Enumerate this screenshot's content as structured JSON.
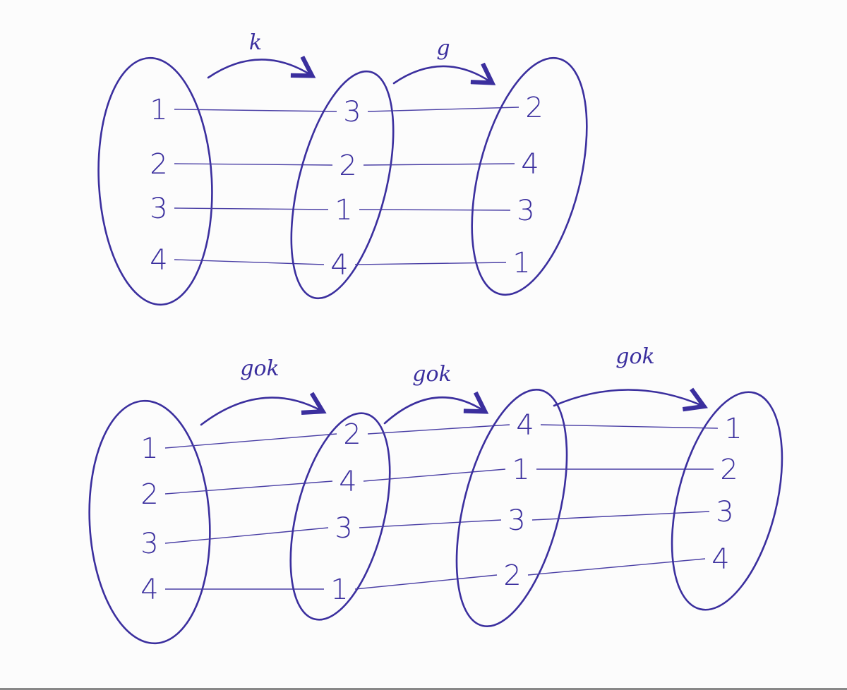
{
  "ink_color": "#3b2f9e",
  "top": {
    "sets": [
      [
        "1",
        "2",
        "3",
        "4"
      ],
      [
        "3",
        "2",
        "1",
        "4"
      ],
      [
        "2",
        "4",
        "3",
        "1"
      ]
    ],
    "arrows": [
      "k",
      "g"
    ]
  },
  "bottom": {
    "sets": [
      [
        "1",
        "2",
        "3",
        "4"
      ],
      [
        "2",
        "4",
        "3",
        "1"
      ],
      [
        "4",
        "1",
        "3",
        "2"
      ],
      [
        "1",
        "2",
        "3",
        "4"
      ]
    ],
    "arrows": [
      "gok",
      "gok",
      "gok"
    ]
  }
}
